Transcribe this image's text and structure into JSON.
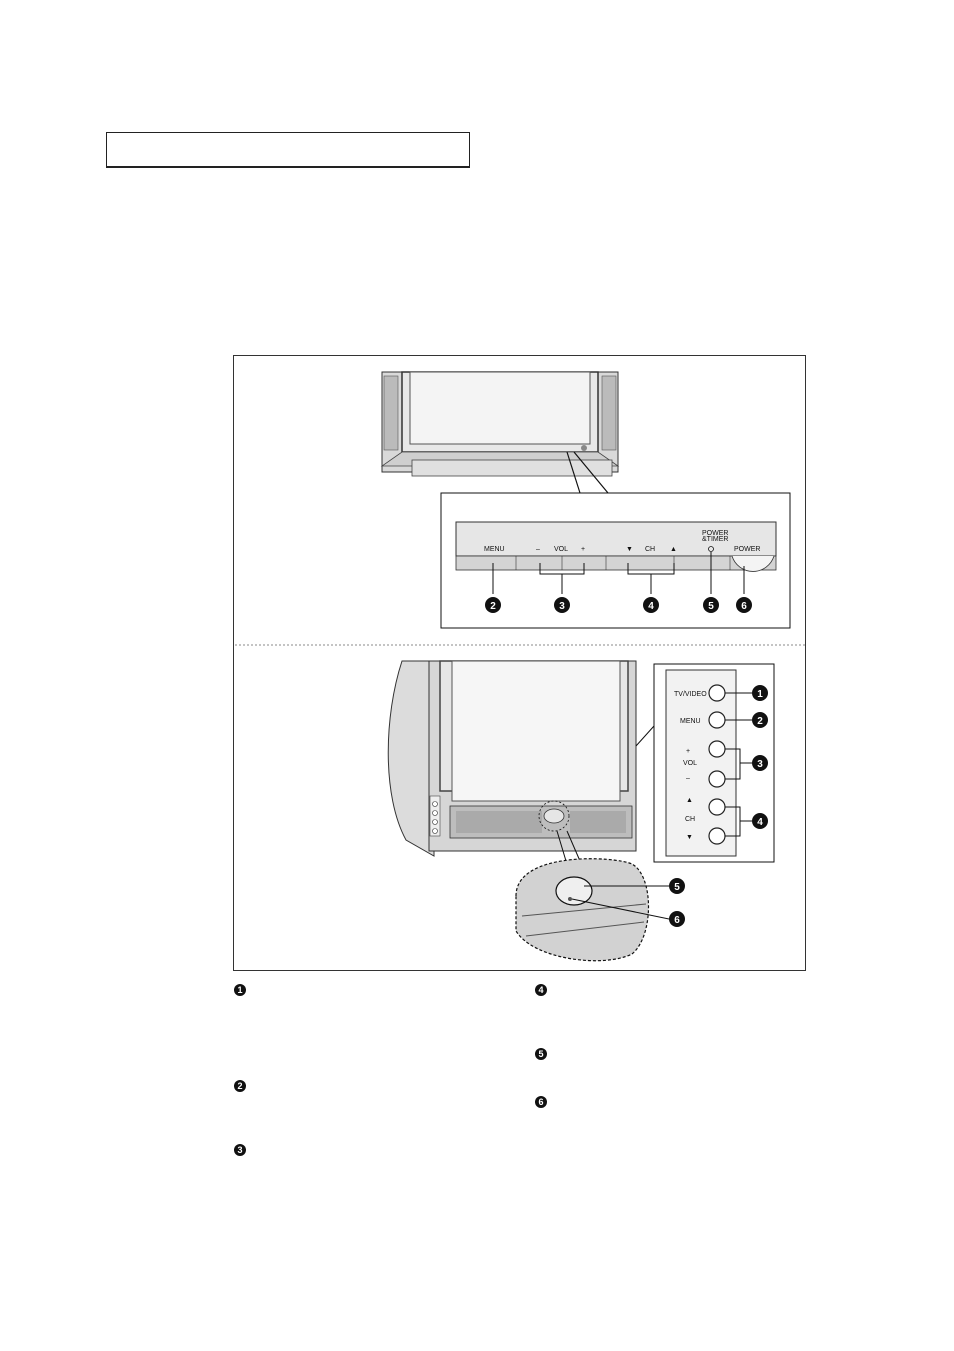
{
  "top_panel": {
    "labels": {
      "menu": "MENU",
      "vol_minus": "–",
      "vol": "VOL",
      "vol_plus": "+",
      "ch_down": "▼",
      "ch": "CH",
      "ch_up": "▲",
      "power_timer_line1": "POWER",
      "power_timer_line2": "&TIMER",
      "power": "POWER"
    },
    "callouts": [
      "2",
      "3",
      "4",
      "5",
      "6"
    ]
  },
  "side_panel": {
    "labels": {
      "tv_video": "TV/VIDEO",
      "menu": "MENU",
      "vol_plus": "+",
      "vol": "VOL",
      "vol_minus": "–",
      "ch_up": "▲",
      "ch": "CH",
      "ch_down": "▼"
    },
    "callouts": [
      "1",
      "2",
      "3",
      "4"
    ]
  },
  "zoom_callouts": [
    "5",
    "6"
  ],
  "legend_left": [
    "1",
    "2",
    "3"
  ],
  "legend_right": [
    "4",
    "5",
    "6"
  ]
}
